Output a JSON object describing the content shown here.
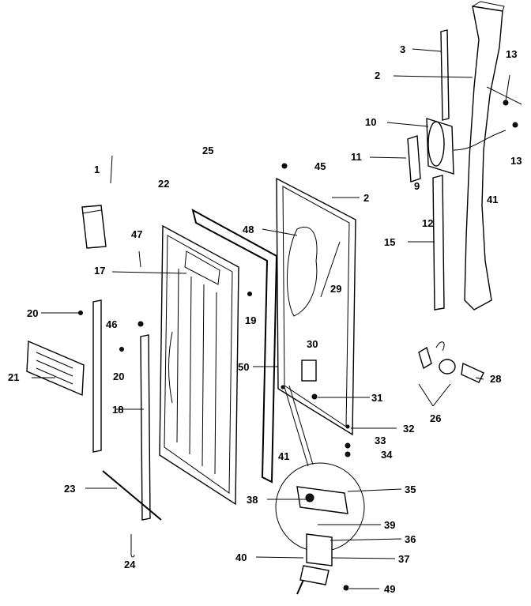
{
  "diagram": {
    "callouts": [
      "1",
      "2",
      "2",
      "3",
      "9",
      "10",
      "11",
      "12",
      "13",
      "13",
      "15",
      "17",
      "18",
      "19",
      "20",
      "20",
      "21",
      "22",
      "23",
      "24",
      "25",
      "26",
      "28",
      "29",
      "30",
      "31",
      "32",
      "33",
      "34",
      "35",
      "36",
      "37",
      "38",
      "39",
      "40",
      "41",
      "41",
      "45",
      "46",
      "47",
      "48",
      "49",
      "50"
    ]
  }
}
